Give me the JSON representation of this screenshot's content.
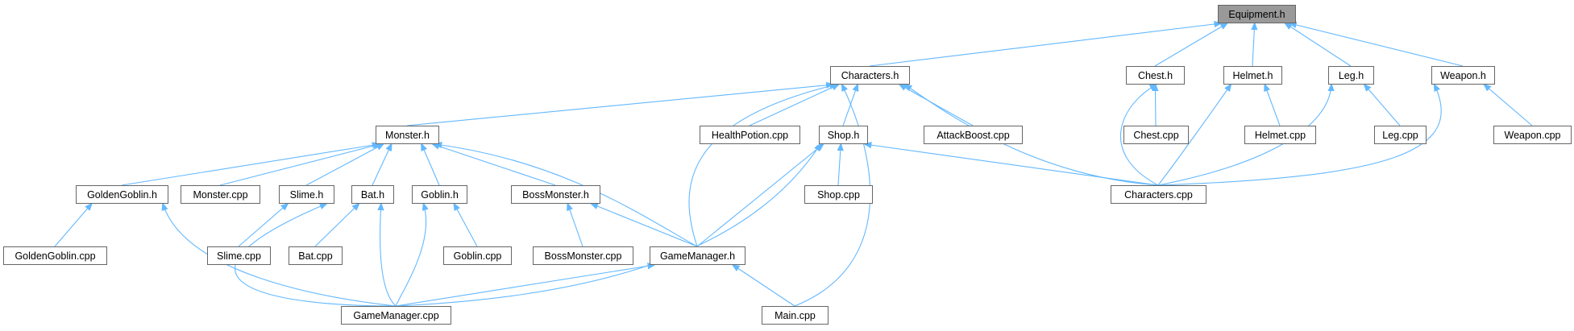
{
  "diagram": {
    "type": "include-dependency-graph",
    "colors": {
      "edge": "#63b8ff",
      "root_fill": "#999999",
      "node_border": "#666666",
      "node_fill": "#ffffff"
    },
    "nodes": [
      {
        "id": "equipment_h",
        "label": "Equipment.h",
        "root": true
      },
      {
        "id": "characters_h",
        "label": "Characters.h"
      },
      {
        "id": "chest_h",
        "label": "Chest.h"
      },
      {
        "id": "helmet_h",
        "label": "Helmet.h"
      },
      {
        "id": "leg_h",
        "label": "Leg.h"
      },
      {
        "id": "weapon_h",
        "label": "Weapon.h"
      },
      {
        "id": "monster_h",
        "label": "Monster.h"
      },
      {
        "id": "healthpotion_cpp",
        "label": "HealthPotion.cpp"
      },
      {
        "id": "shop_h",
        "label": "Shop.h"
      },
      {
        "id": "attackboost_cpp",
        "label": "AttackBoost.cpp"
      },
      {
        "id": "chest_cpp",
        "label": "Chest.cpp"
      },
      {
        "id": "helmet_cpp",
        "label": "Helmet.cpp"
      },
      {
        "id": "leg_cpp",
        "label": "Leg.cpp"
      },
      {
        "id": "weapon_cpp",
        "label": "Weapon.cpp"
      },
      {
        "id": "goldengoblin_h",
        "label": "GoldenGoblin.h"
      },
      {
        "id": "monster_cpp",
        "label": "Monster.cpp"
      },
      {
        "id": "slime_h",
        "label": "Slime.h"
      },
      {
        "id": "bat_h",
        "label": "Bat.h"
      },
      {
        "id": "goblin_h",
        "label": "Goblin.h"
      },
      {
        "id": "bossmonster_h",
        "label": "BossMonster.h"
      },
      {
        "id": "shop_cpp",
        "label": "Shop.cpp"
      },
      {
        "id": "characters_cpp",
        "label": "Characters.cpp"
      },
      {
        "id": "goldengoblin_cpp",
        "label": "GoldenGoblin.cpp"
      },
      {
        "id": "slime_cpp",
        "label": "Slime.cpp"
      },
      {
        "id": "bat_cpp",
        "label": "Bat.cpp"
      },
      {
        "id": "goblin_cpp",
        "label": "Goblin.cpp"
      },
      {
        "id": "bossmonster_cpp",
        "label": "BossMonster.cpp"
      },
      {
        "id": "gamemanager_h",
        "label": "GameManager.h"
      },
      {
        "id": "gamemanager_cpp",
        "label": "GameManager.cpp"
      },
      {
        "id": "main_cpp",
        "label": "Main.cpp"
      }
    ],
    "edges": [
      [
        "characters_h",
        "equipment_h"
      ],
      [
        "chest_h",
        "equipment_h"
      ],
      [
        "helmet_h",
        "equipment_h"
      ],
      [
        "leg_h",
        "equipment_h"
      ],
      [
        "weapon_h",
        "equipment_h"
      ],
      [
        "monster_h",
        "characters_h"
      ],
      [
        "healthpotion_cpp",
        "characters_h"
      ],
      [
        "shop_h",
        "characters_h"
      ],
      [
        "attackboost_cpp",
        "characters_h"
      ],
      [
        "characters_cpp",
        "characters_h"
      ],
      [
        "gamemanager_h",
        "characters_h"
      ],
      [
        "main_cpp",
        "characters_h"
      ],
      [
        "chest_cpp",
        "chest_h"
      ],
      [
        "characters_cpp",
        "chest_h"
      ],
      [
        "helmet_cpp",
        "helmet_h"
      ],
      [
        "characters_cpp",
        "helmet_h"
      ],
      [
        "leg_cpp",
        "leg_h"
      ],
      [
        "characters_cpp",
        "leg_h"
      ],
      [
        "weapon_cpp",
        "weapon_h"
      ],
      [
        "characters_cpp",
        "weapon_h"
      ],
      [
        "goldengoblin_h",
        "monster_h"
      ],
      [
        "monster_cpp",
        "monster_h"
      ],
      [
        "slime_h",
        "monster_h"
      ],
      [
        "bat_h",
        "monster_h"
      ],
      [
        "goblin_h",
        "monster_h"
      ],
      [
        "bossmonster_h",
        "monster_h"
      ],
      [
        "gamemanager_h",
        "monster_h"
      ],
      [
        "shop_cpp",
        "shop_h"
      ],
      [
        "characters_cpp",
        "shop_h"
      ],
      [
        "gamemanager_h",
        "shop_h"
      ],
      [
        "gamemanager_cpp",
        "shop_h"
      ],
      [
        "goldengoblin_cpp",
        "goldengoblin_h"
      ],
      [
        "gamemanager_cpp",
        "goldengoblin_h"
      ],
      [
        "slime_cpp",
        "slime_h"
      ],
      [
        "gamemanager_cpp",
        "slime_h"
      ],
      [
        "bat_cpp",
        "bat_h"
      ],
      [
        "gamemanager_cpp",
        "bat_h"
      ],
      [
        "goblin_cpp",
        "goblin_h"
      ],
      [
        "gamemanager_cpp",
        "goblin_h"
      ],
      [
        "bossmonster_cpp",
        "bossmonster_h"
      ],
      [
        "gamemanager_h",
        "bossmonster_h"
      ],
      [
        "gamemanager_cpp",
        "gamemanager_h"
      ],
      [
        "main_cpp",
        "gamemanager_h"
      ]
    ]
  }
}
